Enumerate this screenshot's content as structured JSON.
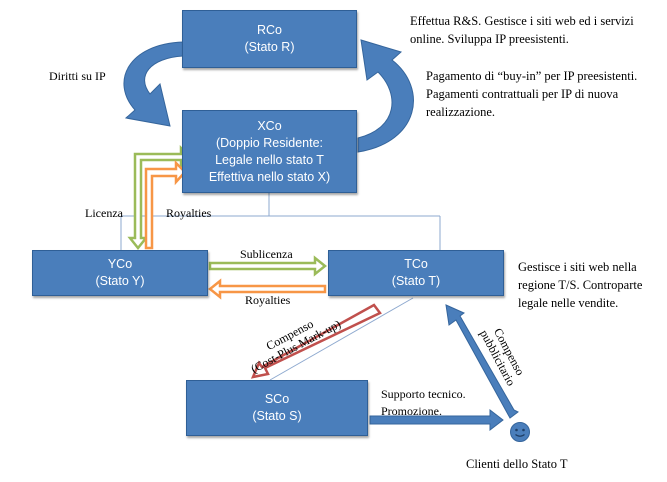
{
  "entities": {
    "rco": {
      "name": "RCo",
      "state": "(Stato R)"
    },
    "xco": {
      "name": "XCo",
      "line2": "(Doppio Residente:",
      "line3": "Legale nello stato T",
      "line4": "Effettiva nello stato X)"
    },
    "yco": {
      "name": "YCo",
      "state": "(Stato Y)"
    },
    "tco": {
      "name": "TCo",
      "state": "(Stato T)"
    },
    "sco": {
      "name": "SCo",
      "state": "(Stato S)"
    }
  },
  "notes": {
    "rco_desc": "Effettua R&S. Gestisce i siti web ed i servizi online. Sviluppa IP preesistenti.",
    "buyin": "Pagamento di “buy-in” per IP preesistenti. Pagamenti contrattuali per IP di nuova realizzazione.",
    "tco_desc": "Gestisce i siti web nella regione T/S. Controparte legale nelle vendite.",
    "clients": "Clienti dello Stato T"
  },
  "flows": {
    "ip_rights": "Diritti su IP",
    "licenza": "Licenza",
    "royalties_x": "Royalties",
    "sublicenza": "Sublicenza",
    "royalties_t": "Royalties",
    "compenso_1": "Compenso",
    "compenso_2": "(Cost-Plus Mark-up)",
    "supporto_1": "Supporto tecnico.",
    "supporto_2": "Promozione.",
    "pub_1": "Compenso",
    "pub_2": "pubblicitario"
  },
  "colors": {
    "box_fill": "#4a7ebb",
    "green": "#9bbb59",
    "orange": "#f79646",
    "red": "#c0504d",
    "blue_arrow": "#4a7ebb"
  }
}
